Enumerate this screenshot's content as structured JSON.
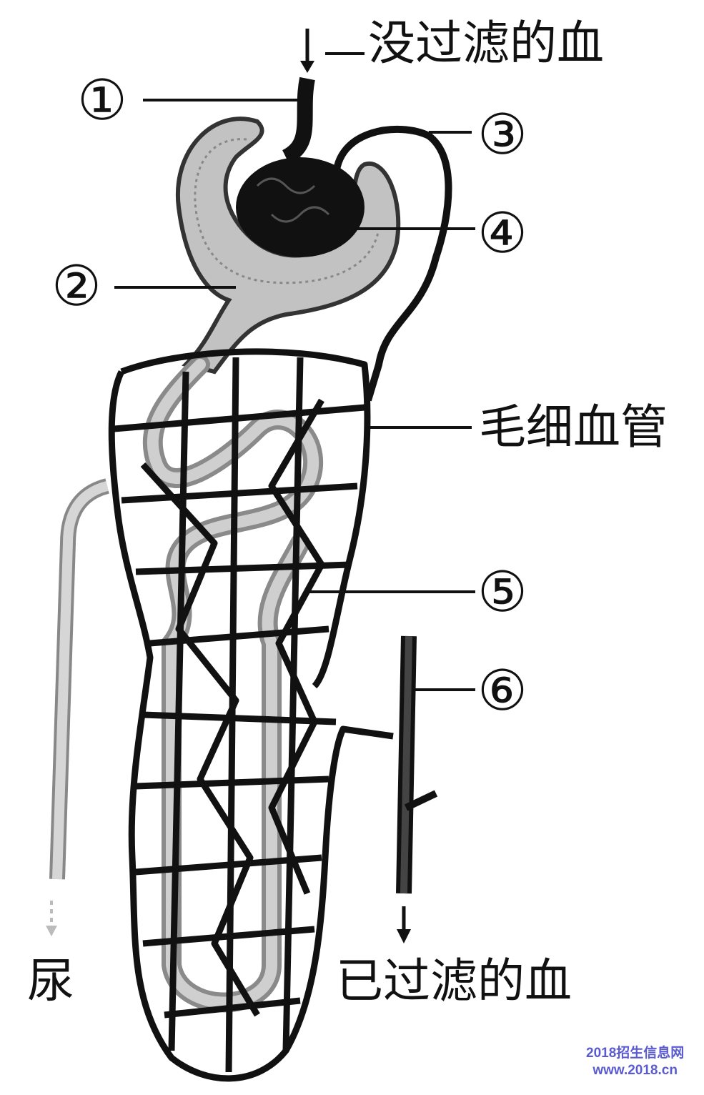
{
  "labels": {
    "unfiltered_blood": "没过滤的血",
    "capillary": "毛细血管",
    "urine": "尿",
    "filtered_blood": "已过滤的血"
  },
  "markers": [
    "①",
    "②",
    "③",
    "④",
    "⑤",
    "⑥"
  ],
  "watermark": {
    "line1": "2018招生信息网",
    "line2": "www.2018.cn"
  },
  "colors": {
    "vessel": "#111111",
    "tubule": "#b5b5b5",
    "watermark": "#5b5bd0"
  }
}
